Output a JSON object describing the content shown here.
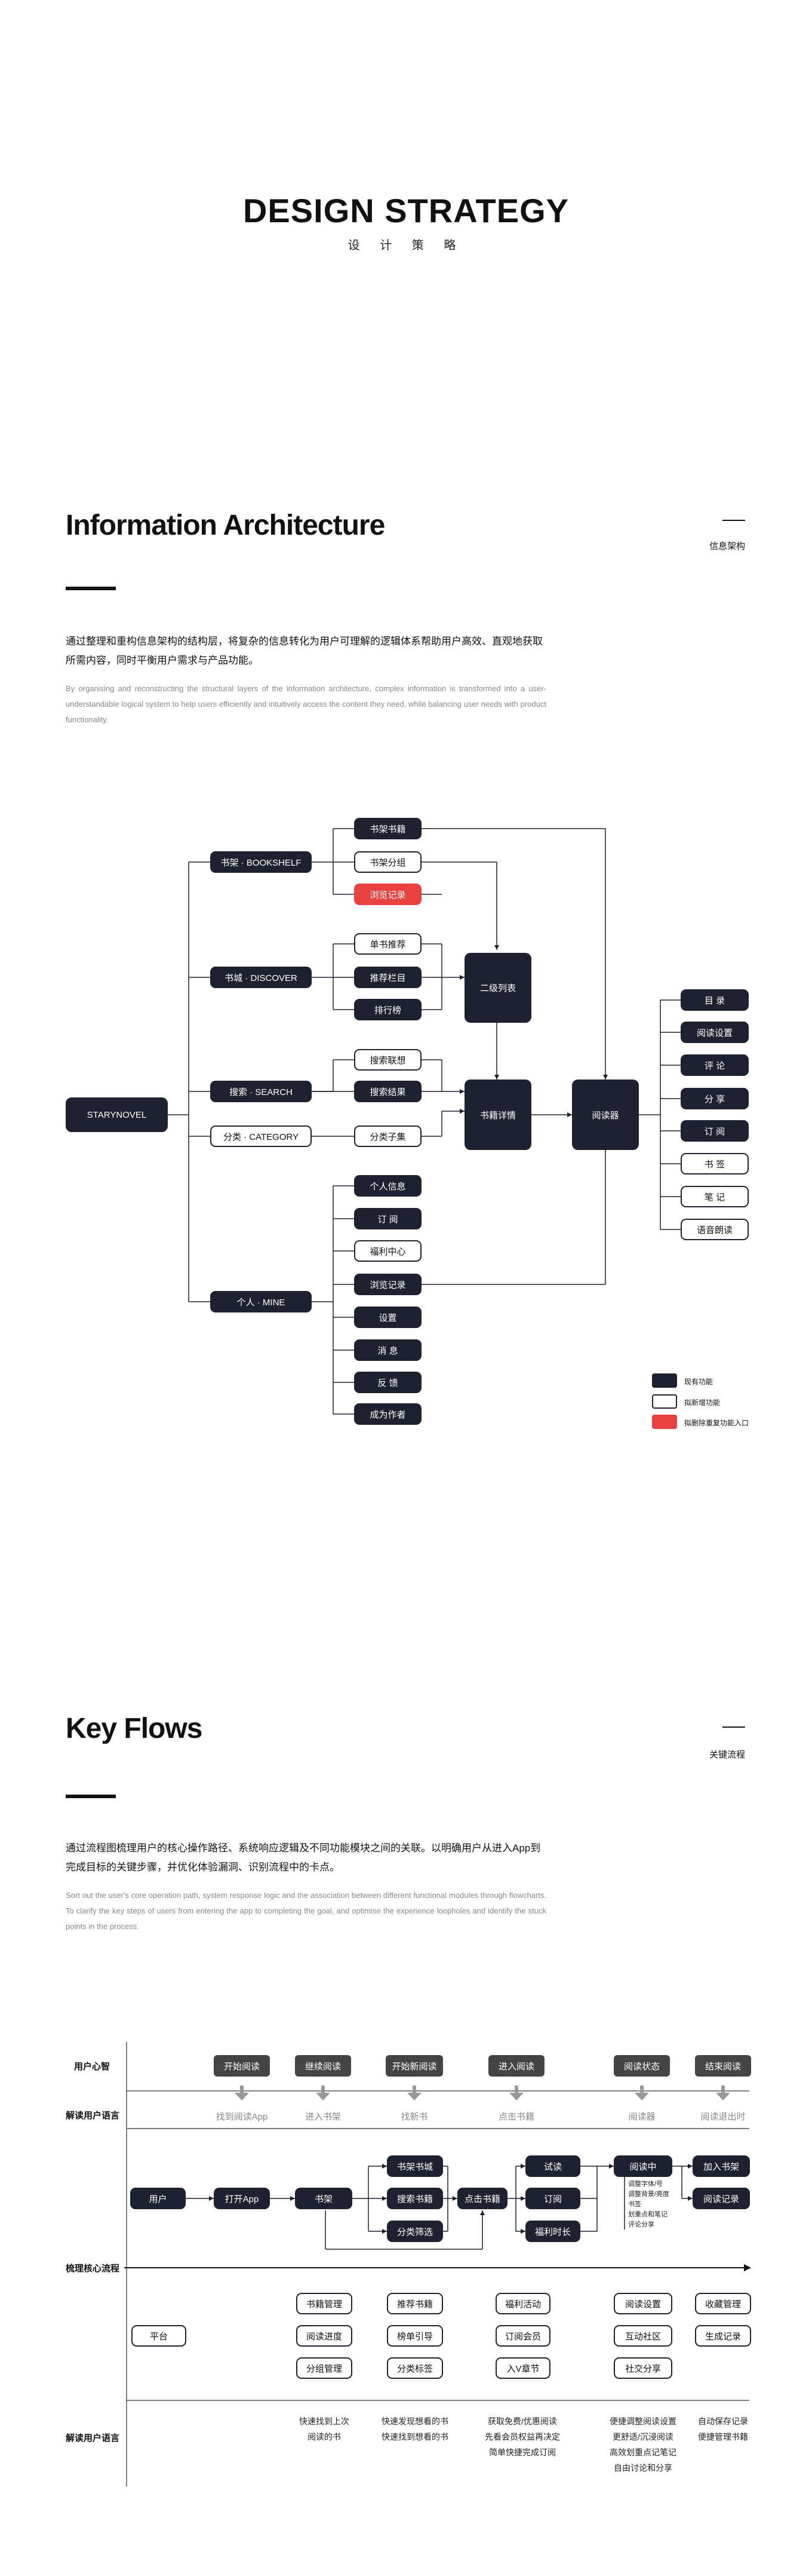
{
  "hero": {
    "title": "DESIGN STRATEGY",
    "subtitle": "设 计 策 略"
  },
  "ia": {
    "title": "Information Architecture",
    "tag": "信息架构",
    "desc_cn": "通过整理和重构信息架构的结构层，将复杂的信息转化为用户可理解的逻辑体系帮助用户高效、直观地获取所需内容，同时平衡用户需求与产品功能。",
    "desc_en": "By organising and reconstructing the structural layers of the information architecture, complex information is transformed into a user-understandable logical system to help users efficiently and intuitively access the content they need, while balancing user needs with product functionality.",
    "root": "STARYNOVEL",
    "level1": {
      "bookshelf": "书架 · BOOKSHELF",
      "discover": "书城 · DISCOVER",
      "search": "搜索 · SEARCH",
      "category": "分类 · CATEGORY",
      "mine": "个人 · MINE"
    },
    "bookshelf_items": [
      "书架书籍",
      "书架分组",
      "浏览记录"
    ],
    "discover_items": [
      "单书推荐",
      "推荐栏目",
      "排行榜"
    ],
    "search_items": [
      "搜索联想",
      "搜索结果"
    ],
    "category_items": [
      "分类子集"
    ],
    "mine_items": [
      "个人信息",
      "订 阅",
      "福利中心",
      "浏览记录",
      "设置",
      "消 息",
      "反 馈",
      "成为作者"
    ],
    "secondary_list": "二级列表",
    "book_detail": "书籍详情",
    "reader": "阅读器",
    "reader_items": [
      "目 录",
      "阅读设置",
      "评 论",
      "分 享",
      "订 阅",
      "书 签",
      "笔 记",
      "语音朗读"
    ],
    "legend": [
      "现有功能",
      "拟新增功能",
      "拟删除重复功能入口"
    ]
  },
  "kf": {
    "title": "Key Flows",
    "tag": "关键流程",
    "desc_cn": "通过流程图梳理用户的核心操作路径、系统响应逻辑及不同功能模块之间的关联。以明确用户从进入App到完成目标的关键步骤，并优化体验漏洞、识别流程中的卡点。",
    "desc_en": "Sort out the user's core operation path, system response logic and the association between different functional modules through flowcharts. To clarify the key steps of users from entering the app to completing the goal, and optimise the experience loopholes and identify the stuck points in the process.",
    "row_labels": {
      "mindset": "用户心智",
      "language_top": "解读用户语言",
      "core_flow": "梳理核心流程",
      "language_bottom": "解读用户语言"
    },
    "stages": [
      "开始阅读",
      "继续阅读",
      "开始新阅读",
      "进入阅读",
      "阅读状态",
      "结束阅读"
    ],
    "user_lang": [
      "找到阅读App",
      "进入书架",
      "找新书",
      "点击书籍",
      "阅读器",
      "阅读退出时"
    ],
    "flow": {
      "user": "用户",
      "open_app": "打开App",
      "shelf": "书架",
      "store": "书架书城",
      "search_book": "搜索书籍",
      "filter": "分类筛选",
      "click_book": "点击书籍",
      "trial": "试读",
      "subscribe": "订阅",
      "welfare": "福利时长",
      "reading": "阅读中",
      "add_shelf": "加入书架",
      "read_record": "阅读记录",
      "reading_list": [
        "调整字体/号",
        "调整背景/亮度",
        "书签",
        "划重点和笔记",
        "评论分享"
      ]
    },
    "platform": "平台",
    "platform_cols": [
      [
        "书籍管理",
        "阅读进度",
        "分组管理"
      ],
      [
        "推荐书籍",
        "榜单引导",
        "分类标签"
      ],
      [
        "福利活动",
        "订阅会员",
        "入V章节"
      ],
      [
        "阅读设置",
        "互动社区",
        "社交分享"
      ],
      [
        "收藏管理",
        "生成记录"
      ]
    ],
    "bottom_lang": [
      [
        "快速找到上次",
        "阅读的书"
      ],
      [
        "快速发现想看的书",
        "快速找到想看的书"
      ],
      [
        "获取免费/优惠阅读",
        "先看会员权益再决定",
        "简单快捷完成订阅"
      ],
      [
        "便捷调整阅读设置",
        "更舒适/沉浸阅读",
        "高效划重点记笔记",
        "自由讨论和分享"
      ],
      [
        "自动保存记录",
        "便捷管理书籍"
      ]
    ]
  }
}
